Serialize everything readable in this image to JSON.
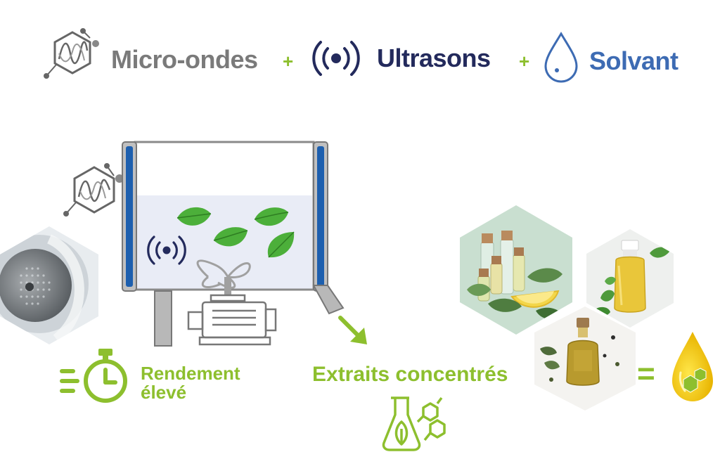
{
  "header": {
    "microwave_label": "Micro-ondes",
    "ultrasound_label": "Ultrasons",
    "solvent_label": "Solvant",
    "plus_1": "+",
    "plus_2": "+"
  },
  "yield_label_line1": "Rendement",
  "yield_label_line2": "élevé",
  "extracts_label": "Extraits concentrés",
  "equals_sign": "=",
  "colors": {
    "green": "#8dbf2e",
    "navy": "#232a5c",
    "blue": "#3d6bb3",
    "gray": "#7a7a7a",
    "tank_blue": "#1d5fae",
    "liquid": "#e9ecf6"
  }
}
